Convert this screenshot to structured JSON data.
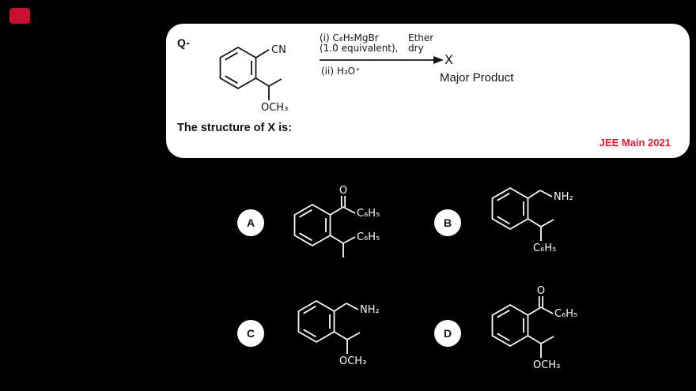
{
  "page": {
    "background": "#000000"
  },
  "brand": {
    "logo_color": "#c8102e"
  },
  "card": {
    "q_label": "Q-",
    "prompt": "The structure of X is:",
    "source": "JEE Main 2021",
    "source_color": "#e8192c"
  },
  "reaction": {
    "reagent_i_line1": "(i) C₆H₅MgBr",
    "reagent_i_line2": "(1.0 equivalent),",
    "solvent_line1": "Ether",
    "solvent_line2": "dry",
    "reagent_ii": "(ii) H₃O⁺",
    "product": "X",
    "product_note": "Major Product"
  },
  "reactant_labels": {
    "nitrile": "CN",
    "methoxy": "OCH₃"
  },
  "options": [
    {
      "letter": "A",
      "carbonyl_o": "O",
      "top_label": "C₆H₅",
      "bottom_label": "C₆H₅"
    },
    {
      "letter": "B",
      "top_label": "NH₂",
      "bottom_label": "C₆H₅"
    },
    {
      "letter": "C",
      "top_label": "NH₂",
      "bottom_label": "OCH₃"
    },
    {
      "letter": "D",
      "carbonyl_o": "O",
      "top_label": "C₆H₅",
      "bottom_label": "OCH₃"
    }
  ]
}
